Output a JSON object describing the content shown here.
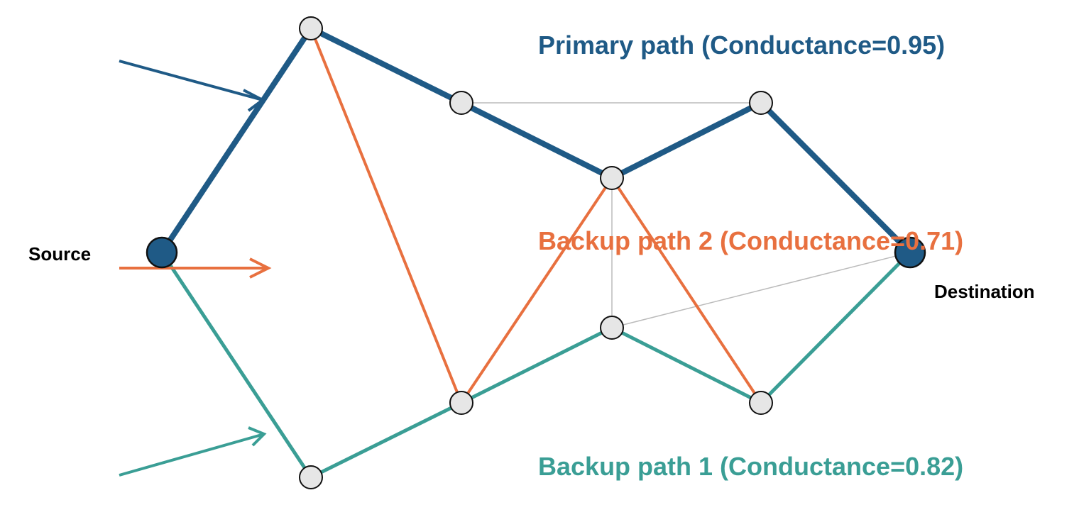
{
  "colors": {
    "primary": "#1f5a86",
    "backup1": "#3a9e95",
    "backup2": "#e8703f",
    "gray_edge": "#bbbbbb",
    "node_fill": "#e6e6e6",
    "endpoint_fill": "#1f5a86"
  },
  "labels": {
    "primary": "Primary path (Conductance=0.95)",
    "backup2": "Backup path 2 (Conductance=0.71)",
    "backup1": "Backup path 1 (Conductance=0.82)",
    "source": "Source",
    "destination": "Destination"
  }
}
